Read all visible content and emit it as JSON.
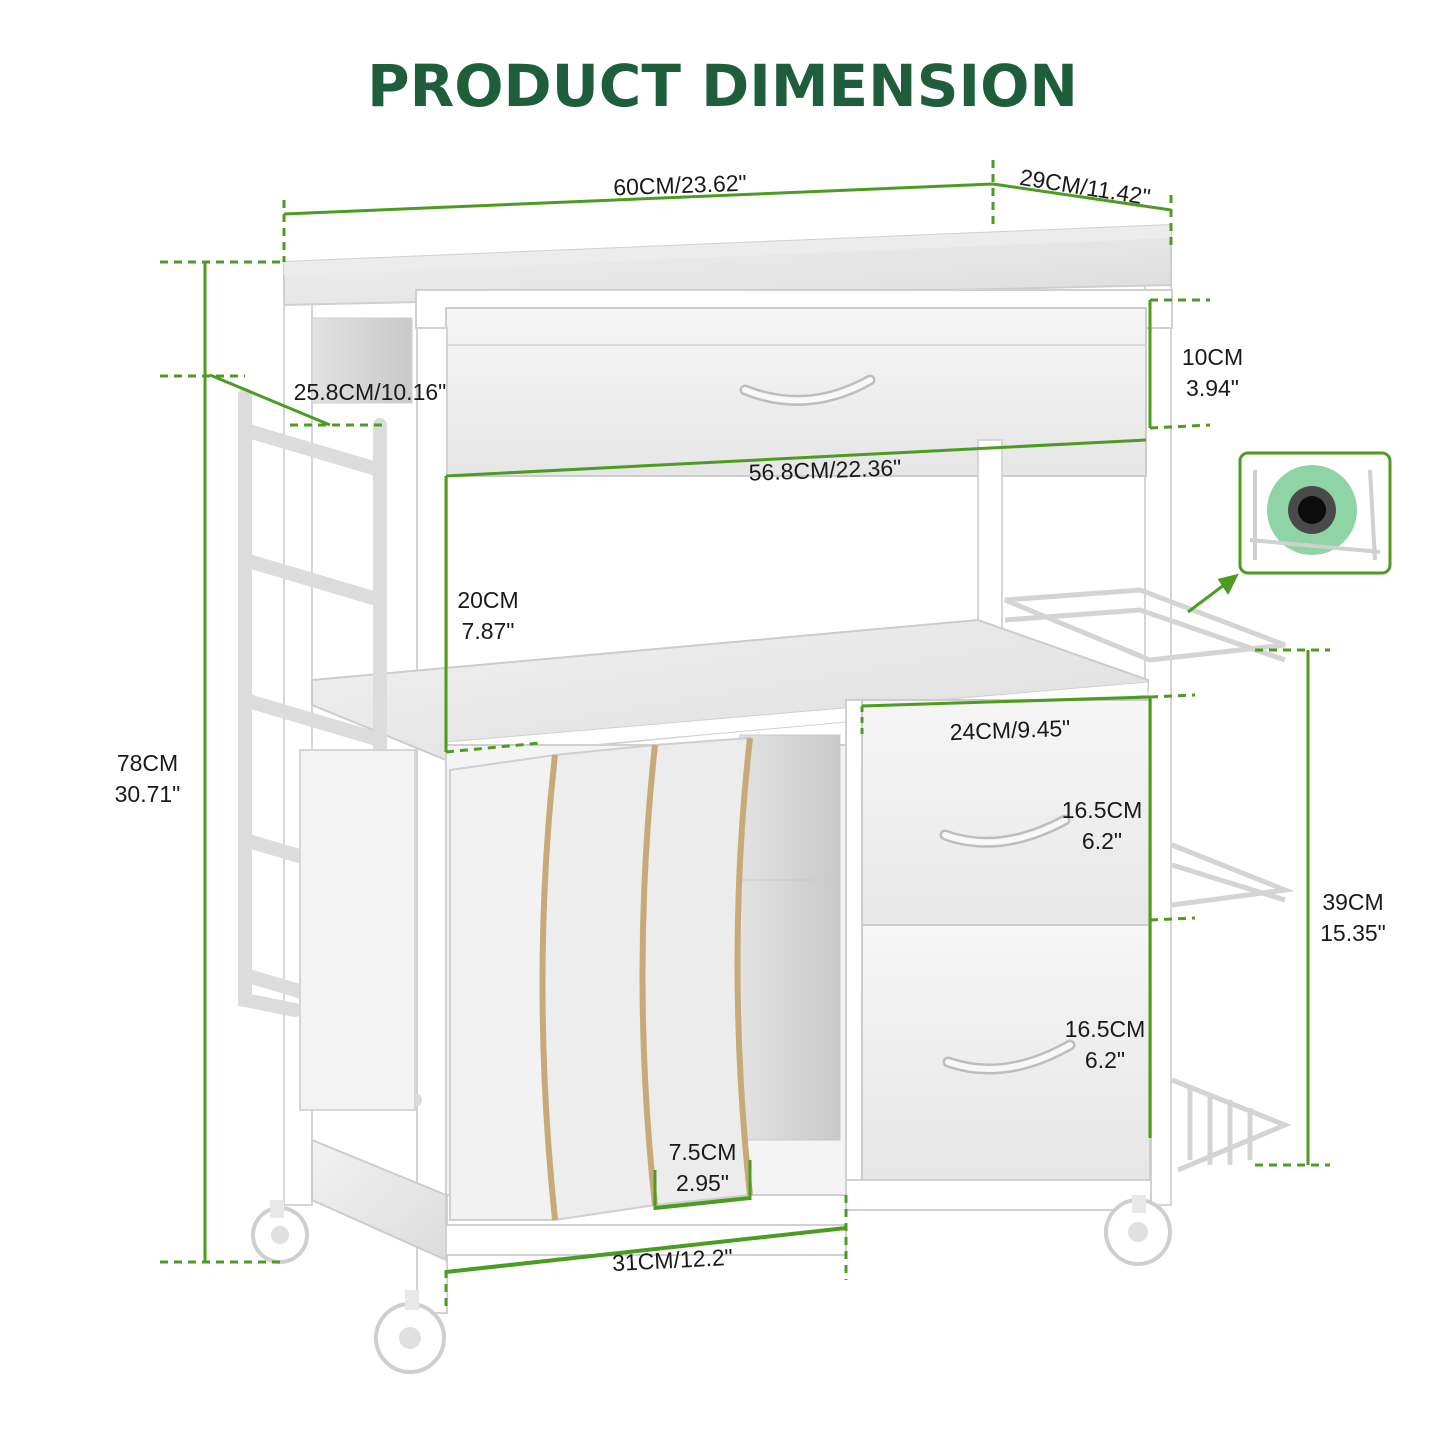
{
  "title": "PRODUCT DIMENSION",
  "accent_color": "#4c9c22",
  "title_color": "#1e5e3b",
  "dimensions": {
    "overall_width": "60CM/23.62\"",
    "overall_depth": "29CM/11.42\"",
    "side_rack_depth": "25.8CM/10.16\"",
    "drawer_height": {
      "cm": "10CM",
      "in": "3.94\""
    },
    "inner_width": "56.8CM/22.36\"",
    "shelf_gap": {
      "cm": "20CM",
      "in": "7.87\""
    },
    "total_height": {
      "cm": "78CM",
      "in": "30.71\""
    },
    "drawer_width": "24CM/9.45\"",
    "upper_drawer_height": {
      "cm": "16.5CM",
      "in": "6.2\""
    },
    "lower_drawer_height": {
      "cm": "16.5CM",
      "in": "6.2\""
    },
    "cabinet_height": {
      "cm": "39CM",
      "in": "15.35\""
    },
    "divider_gap": {
      "cm": "7.5CM",
      "in": "2.95\""
    },
    "file_section_width": "31CM/12.2\""
  }
}
